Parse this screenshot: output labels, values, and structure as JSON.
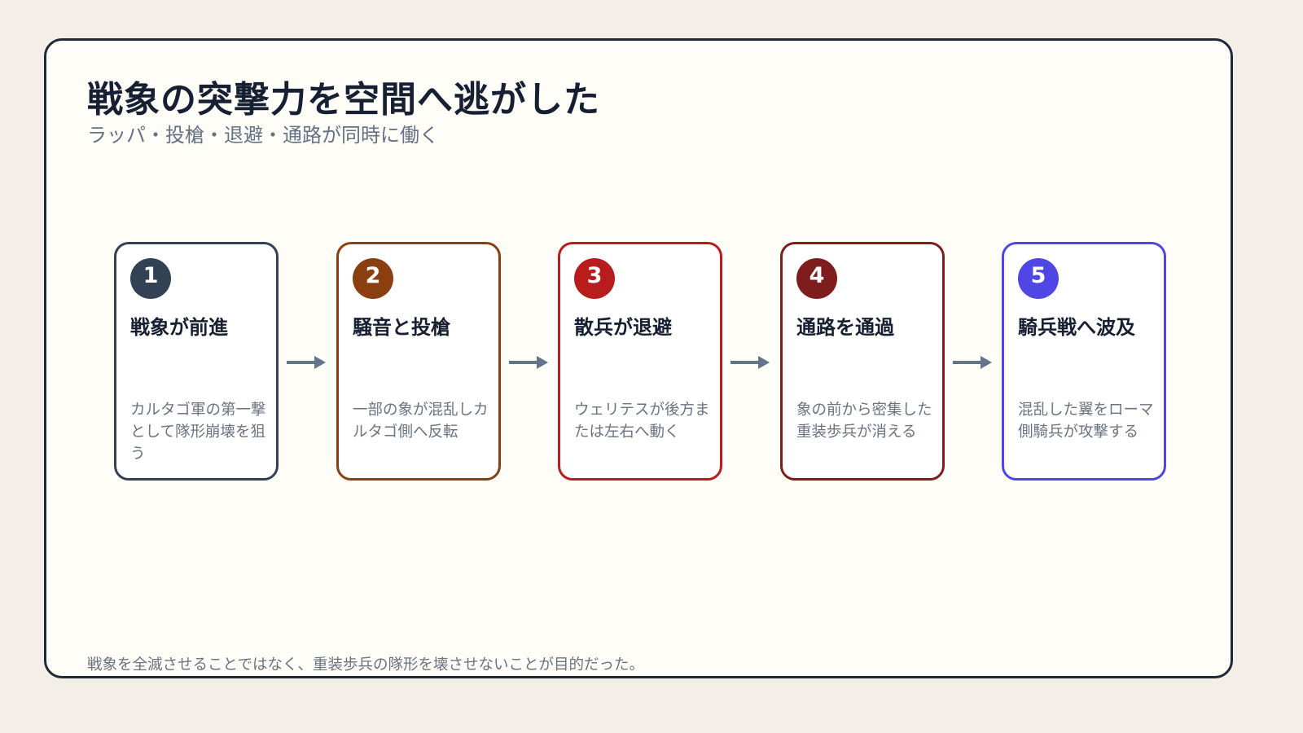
{
  "header": {
    "title": "戦象の突撃力を空間へ逃がした",
    "subtitle": "ラッパ・投槍・退避・通路が同時に働く"
  },
  "colors": {
    "background": "#f3efe8",
    "panel": "#fefdf8",
    "arrow": "#64748b"
  },
  "steps": [
    {
      "number": "1",
      "title": "戦象が前進",
      "description": "カルタゴ軍の第一撃として隊形崩壊を狙う",
      "color": "#334155"
    },
    {
      "number": "2",
      "title": "騒音と投槍",
      "description": "一部の象が混乱しカルタゴ側へ反転",
      "color": "#8b3e0f"
    },
    {
      "number": "3",
      "title": "散兵が退避",
      "description": "ウェリテスが後方または左右へ動く",
      "color": "#b91c1c"
    },
    {
      "number": "4",
      "title": "通路を通過",
      "description": "象の前から密集した重装歩兵が消える",
      "color": "#7f1d1d"
    },
    {
      "number": "5",
      "title": "騎兵戦へ波及",
      "description": "混乱した翼をローマ側騎兵が攻撃する",
      "color": "#4f46e5"
    }
  ],
  "footer": {
    "note": "戦象を全滅させることではなく、重装歩兵の隊形を壊させないことが目的だった。"
  }
}
